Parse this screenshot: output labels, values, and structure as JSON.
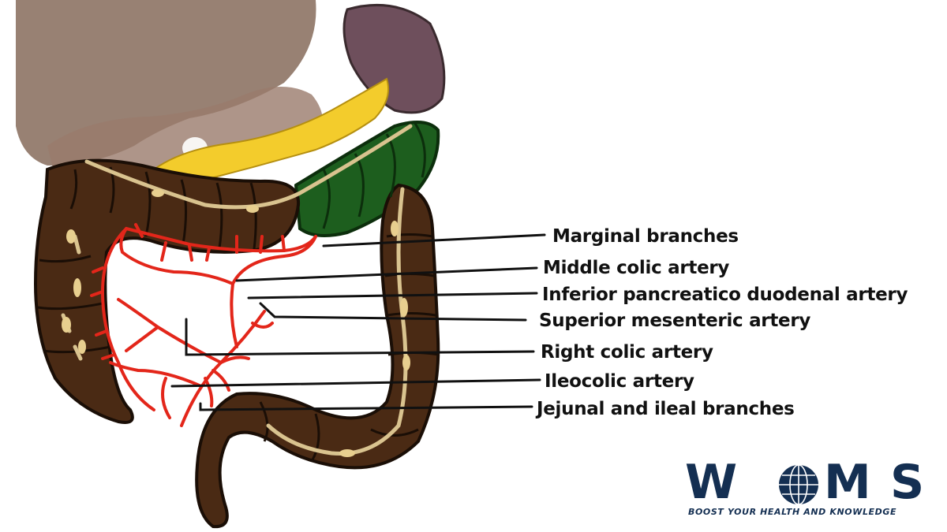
{
  "labels": [
    "Marginal branches",
    "Middle colic artery",
    "Inferior pancreatico duodenal artery",
    "Superior mesenteric artery",
    "Right colic artery",
    "Ileocolic artery",
    "Jejunal and ileal branches"
  ],
  "logo": {
    "letters": "WOMS",
    "tagline": "BOOST YOUR HEALTH AND KNOWLEDGE"
  },
  "colors": {
    "liver": "#8f7667",
    "stomach": "#9a7a6c",
    "spleen": "#6e4f5c",
    "pancreas": "#f3cc2c",
    "colon": "#4a2a14",
    "descending_colon_highlight": "#1d5e1e",
    "vessels_mesenteric": "#d9c38f",
    "arteries": "#e3261a",
    "leader_lines": "#111111",
    "logo": "#142f52"
  },
  "icons": [
    "globe-icon"
  ]
}
